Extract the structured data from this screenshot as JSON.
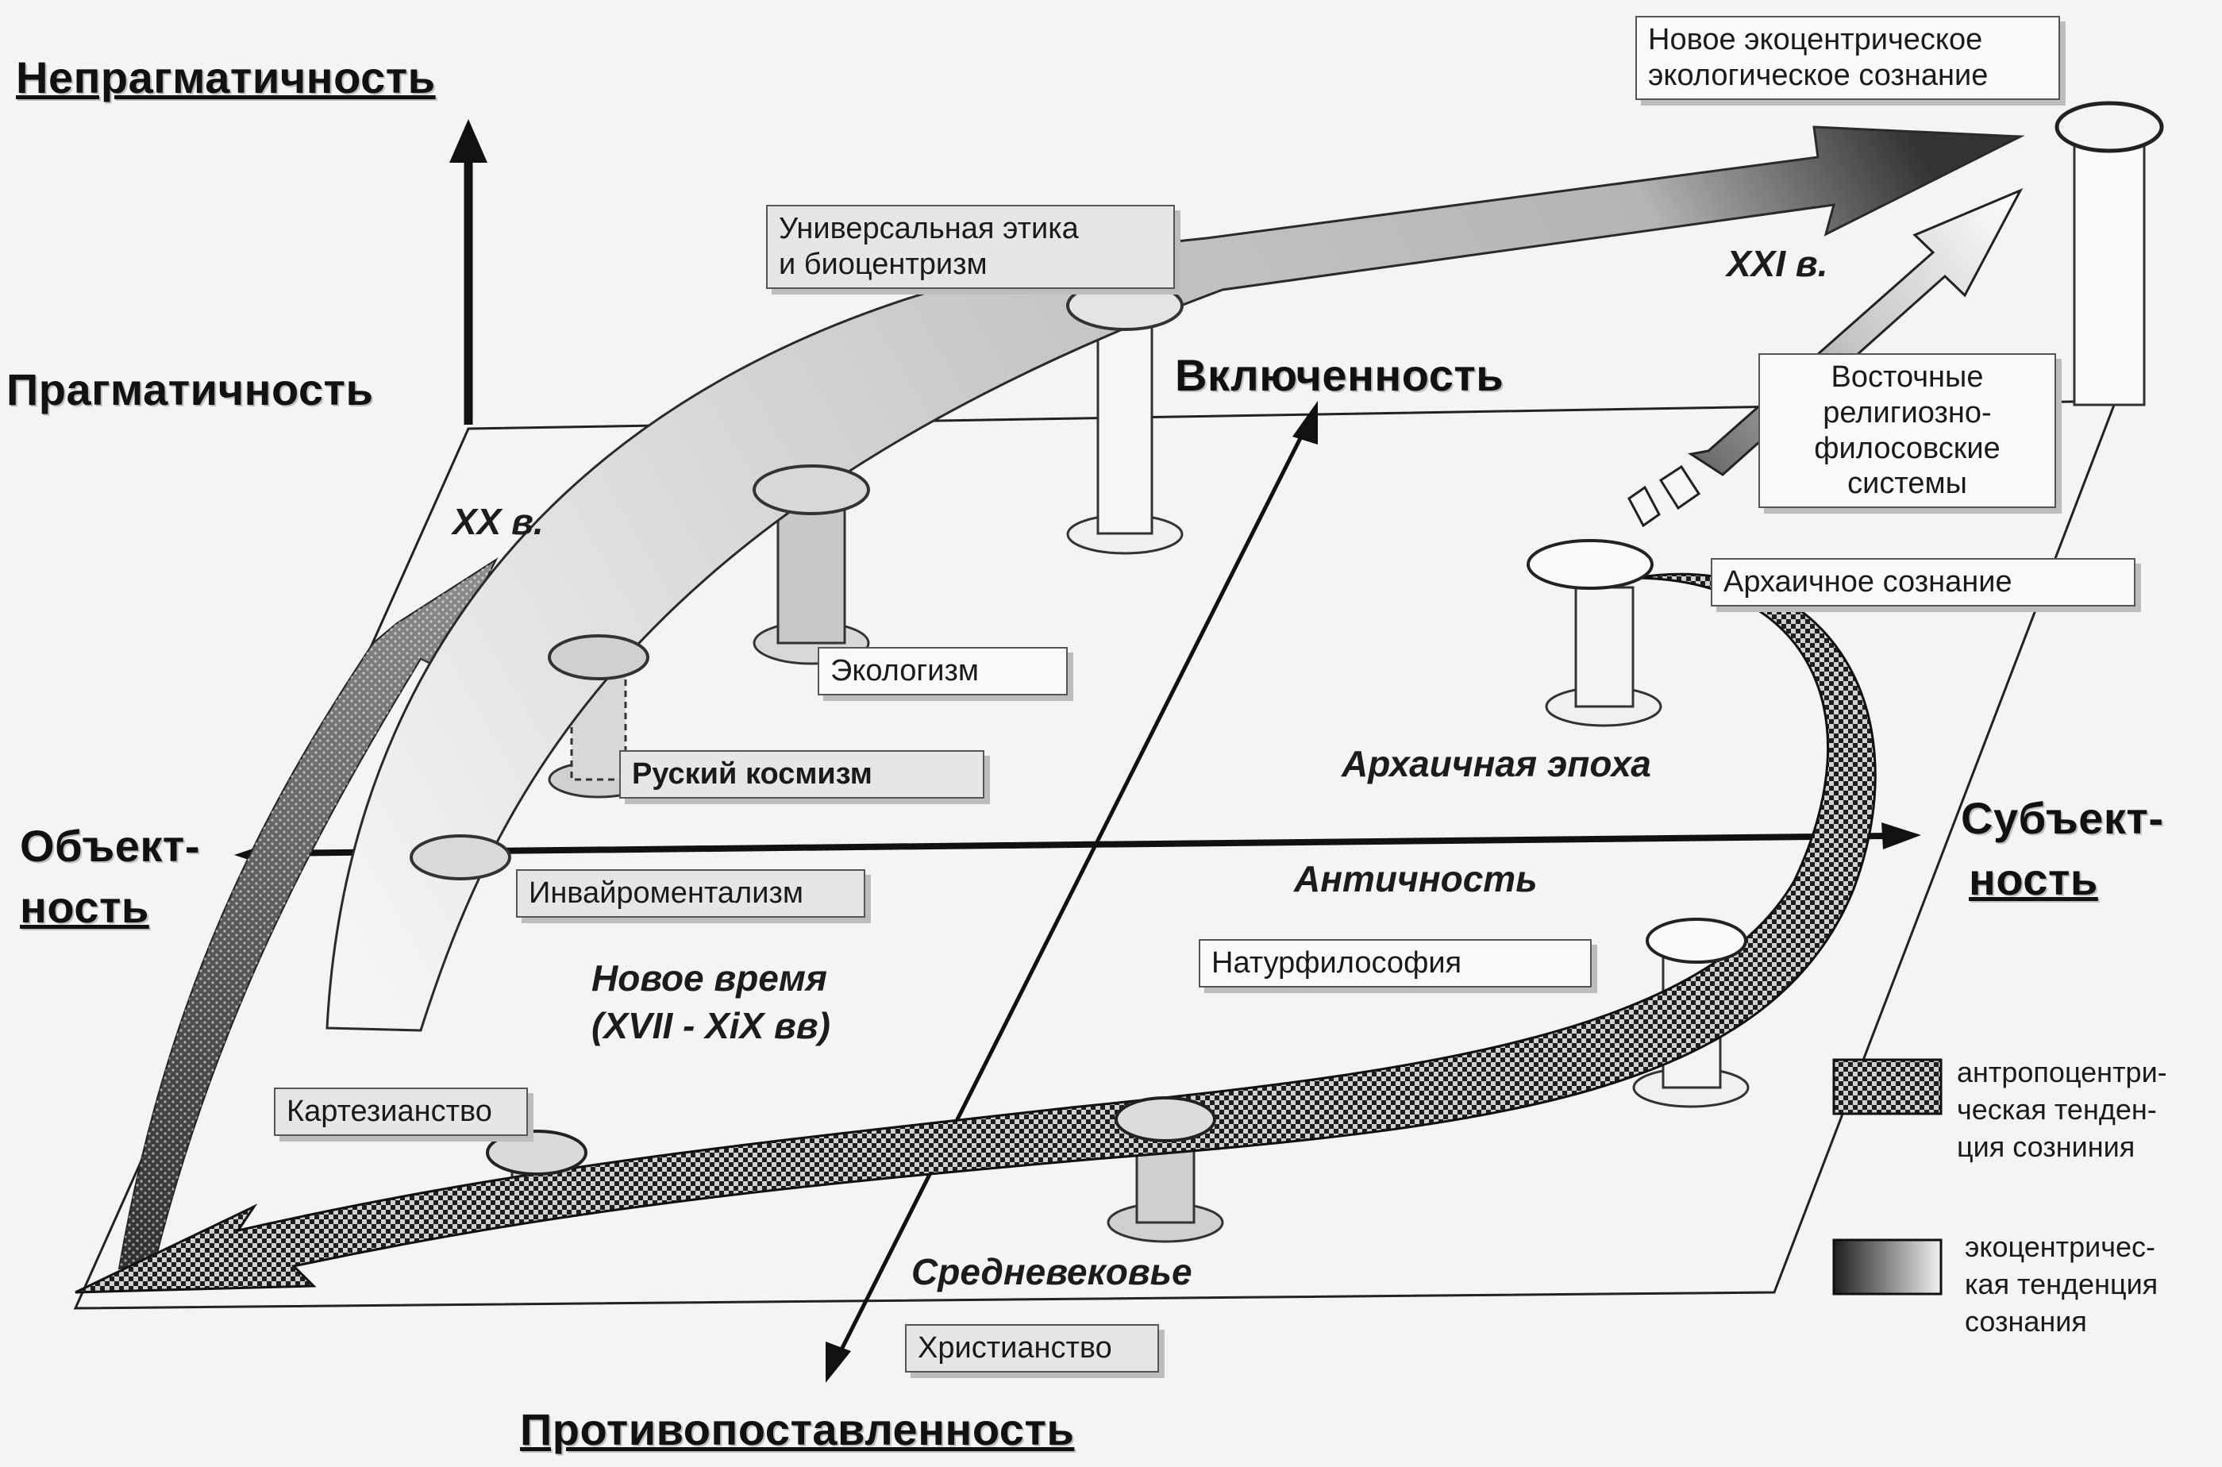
{
  "axes": {
    "top": "Непрагматичность",
    "pragmatic": "Прагматичность",
    "inclusion": "Включенность",
    "object_line1": "Объект-",
    "object_line2": "ность",
    "subject_line1": "Субъект-",
    "subject_line2": "ность",
    "opposition": "Противопоставленность"
  },
  "eras": {
    "xx": "XX в.",
    "xxi": "XXI в.",
    "archaic": "Архаичная эпоха",
    "antiquity": "Античность",
    "new_time_line1": "Новое время",
    "new_time_line2": "(XVII - XiX вв)",
    "middle_ages": "Средневековье"
  },
  "boxes": {
    "new_eco_line1": "Новое экоцентрическое",
    "new_eco_line2": "экологическое сознание",
    "universal_line1": "Универсальная этика",
    "universal_line2": "и биоцентризм",
    "eastern_line1": "Восточные",
    "eastern_line2": "религиозно-",
    "eastern_line3": "филосовские",
    "eastern_line4": "системы",
    "archaic_consciousness": "Архаичное сознание",
    "ecologism": "Экологизм",
    "cosmism": "Руский космизм",
    "environmentalism": "Инвайроментализм",
    "naturphilosophy": "Натурфилософия",
    "cartesianism": "Картезианство",
    "christianity": "Христианство"
  },
  "legend": {
    "anthro_line1": "антропоцентри-",
    "anthro_line2": "ческая тенден-",
    "anthro_line3": "ция созниния",
    "eco_line1": "экоцентричес-",
    "eco_line2": "кая тенденция",
    "eco_line3": "сознания"
  },
  "colors": {
    "background": "#f4f4f2",
    "ink": "#111111",
    "eco_light": "#f2f2f2",
    "eco_dark": "#8a8a8a",
    "anthro_dark": "#1e1e1e",
    "box_fill": "#e6e6e6"
  }
}
